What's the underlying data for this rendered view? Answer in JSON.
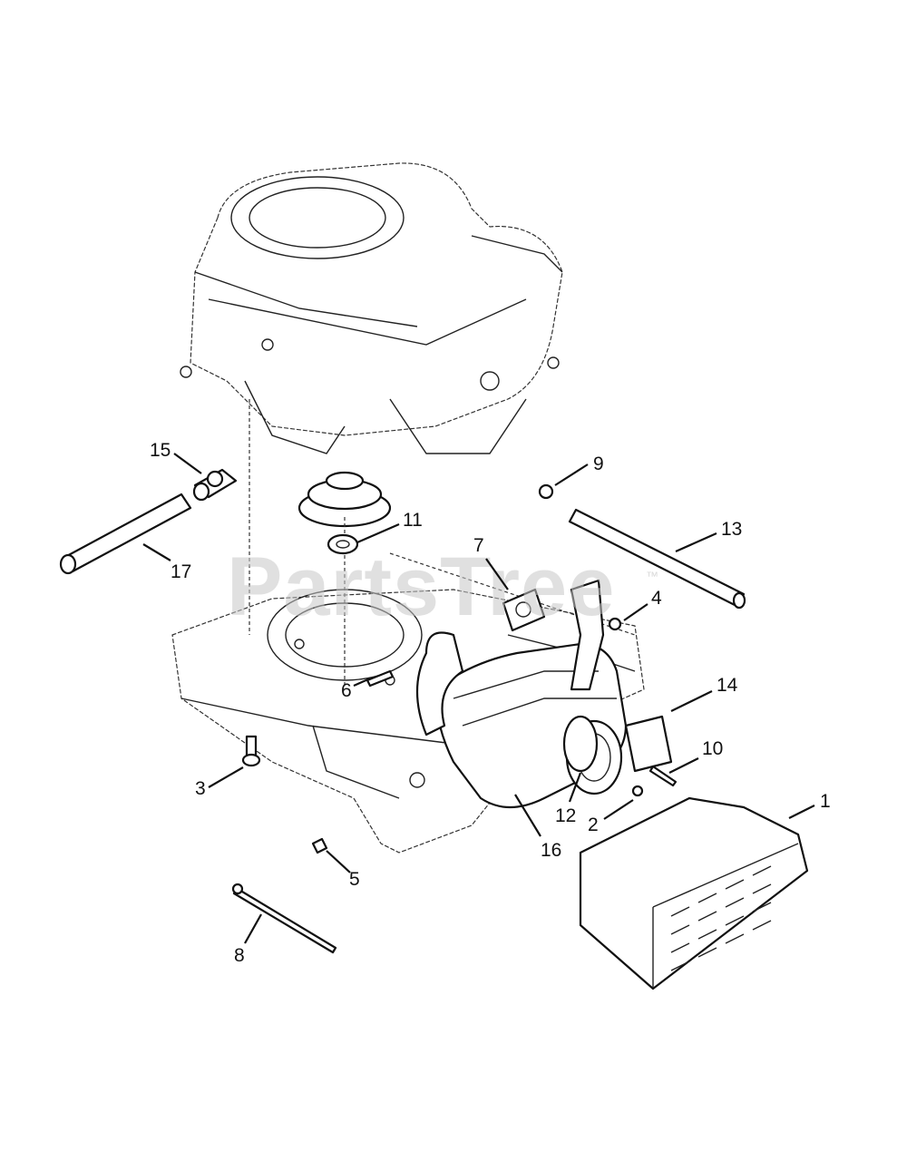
{
  "watermark": {
    "text": "PartsTree",
    "tm": "™"
  },
  "callouts": {
    "c1": "1",
    "c2": "2",
    "c3": "3",
    "c4": "4",
    "c5": "5",
    "c6": "6",
    "c7": "7",
    "c8": "8",
    "c9": "9",
    "c10": "10",
    "c11": "11",
    "c12": "12",
    "c13": "13",
    "c14": "14",
    "c15": "15",
    "c16": "16",
    "c17": "17"
  }
}
